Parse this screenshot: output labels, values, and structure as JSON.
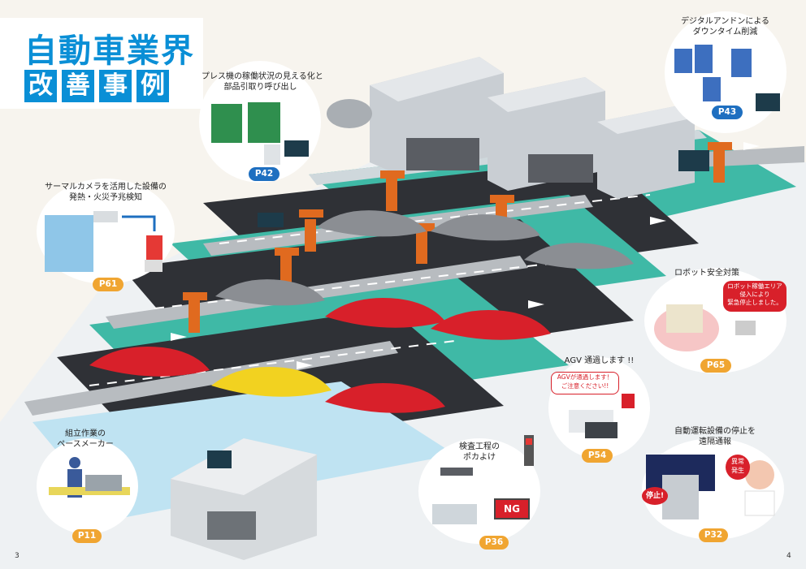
{
  "title": {
    "line1": "自動車業界",
    "line2": [
      "改",
      "善",
      "事",
      "例"
    ]
  },
  "callouts": {
    "p42": {
      "text": "プレス機の稼働状況の見える化と\n部品引取り呼び出し",
      "page": "P42"
    },
    "p43": {
      "text": "デジタルアンドンによる\nダウンタイム削減",
      "page": "P43"
    },
    "p61": {
      "text": "サーマルカメラを活用した設備の\n発熱・火災予兆検知",
      "page": "P61"
    },
    "p65": {
      "text": "ロボット安全対策",
      "page": "P65",
      "bubble": "ロボット稼働エリア\n侵入により\n緊急停止しました。"
    },
    "p54": {
      "text": "AGV 通過します !!",
      "page": "P54",
      "bubble": "AGVが通過します！\nご注意ください!!"
    },
    "p11": {
      "text": "組立作業の\nペースメーカー",
      "page": "P11"
    },
    "p36": {
      "text": "検査工程の\nポカよけ",
      "page": "P36",
      "ng": "NG"
    },
    "p32": {
      "text": "自動運転設備の停止を\n遠隔通報",
      "page": "P32",
      "stop": "停止!",
      "alert": "異常\n発生"
    }
  },
  "page_numbers": {
    "left": "3",
    "right": "4"
  },
  "colors": {
    "accent": "#0a8fd6",
    "pill_blue": "#1e6fc0",
    "pill_orange": "#f0a531",
    "car_red": "#d8202a",
    "robot_orange": "#e06a1f",
    "floor_teal": "#3fb9a6"
  }
}
